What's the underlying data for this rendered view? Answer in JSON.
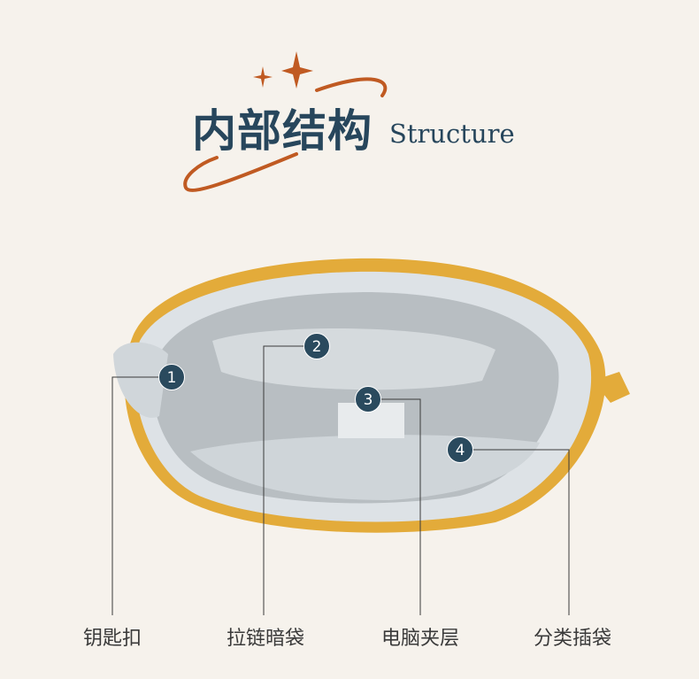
{
  "header": {
    "title_cn": "内部结构",
    "title_en": "Structure"
  },
  "colors": {
    "background": "#f6f2ec",
    "title": "#27465c",
    "accent": "#c05a22",
    "badge": "#2a4a5e",
    "bag_yellow": "#e3ab3a",
    "lining": "#c8ced2"
  },
  "callouts": [
    {
      "number": "1",
      "label": "钥匙扣"
    },
    {
      "number": "2",
      "label": "拉链暗袋"
    },
    {
      "number": "3",
      "label": "电脑夹层"
    },
    {
      "number": "4",
      "label": "分类插袋"
    }
  ]
}
